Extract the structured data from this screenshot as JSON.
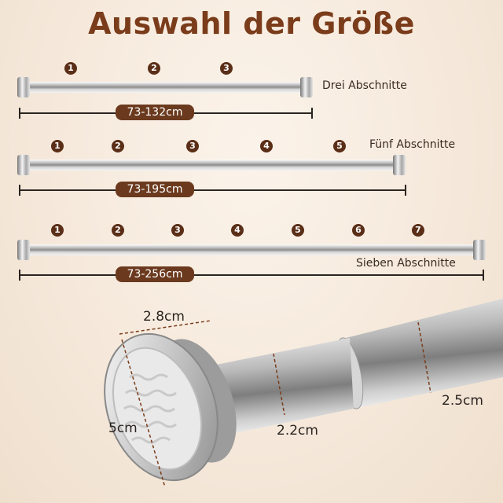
{
  "title": "Auswahl der Größe",
  "rods": [
    {
      "label": "Drei Abschnitte",
      "range": "73-132cm",
      "sections": [
        "1",
        "2",
        "3"
      ]
    },
    {
      "label": "Fünf Abschnitte",
      "range": "73-195cm",
      "sections": [
        "1",
        "2",
        "3",
        "4",
        "5"
      ]
    },
    {
      "label": "Sieben Abschnitte",
      "range": "73-256cm",
      "sections": [
        "1",
        "2",
        "3",
        "4",
        "5",
        "6",
        "7"
      ]
    }
  ],
  "detail": {
    "cap_thickness": "2.8cm",
    "cap_diameter": "5cm",
    "inner_tube_diameter": "2.2cm",
    "outer_tube_diameter": "2.5cm"
  },
  "colors": {
    "title": "#7a3c1a",
    "pill": "#6b3a1e",
    "number_badge": "#5a2e17"
  }
}
